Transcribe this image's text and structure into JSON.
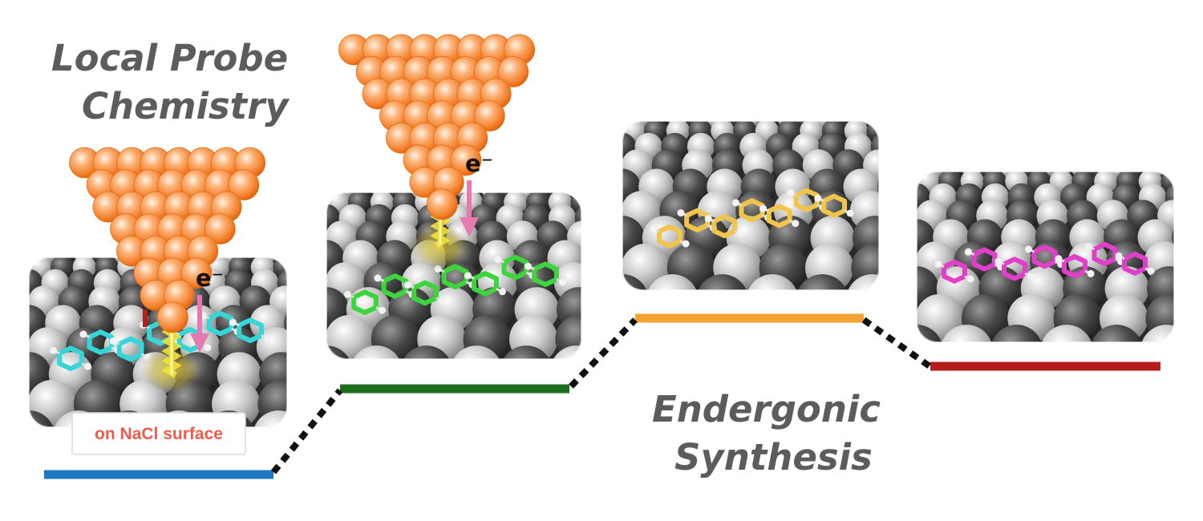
{
  "title": {
    "line1": "Local Probe",
    "line2": "Chemistry"
  },
  "subtitle": {
    "line1": "Endergonic",
    "line2": "Synthesis"
  },
  "surface_label": "on NaCl surface",
  "electron_label": "e⁻",
  "colors": {
    "heading_text": "#5c5c5c",
    "surface_label_text": "#f05a4a",
    "tip_atom": "#f48a3c",
    "arrow": "#e67ab0",
    "current": "#f2e13a",
    "connector": "#111111",
    "surface_dark": "#4a4a4a",
    "surface_light": "#d8d8d8"
  },
  "energy_levels": [
    {
      "name": "state-1",
      "color": "#1e78c2",
      "relative_energy": 0
    },
    {
      "name": "state-2",
      "color": "#1c6e1c",
      "relative_energy": 1
    },
    {
      "name": "state-3",
      "color": "#f5a330",
      "relative_energy": 2
    },
    {
      "name": "state-4",
      "color": "#b31e1a",
      "relative_energy": 1.3
    }
  ],
  "molecules": [
    {
      "name": "cyan-molecule",
      "color": "#35d6d8"
    },
    {
      "name": "green-molecule",
      "color": "#3ed43e"
    },
    {
      "name": "yellow-molecule",
      "color": "#f0c54a"
    },
    {
      "name": "magenta-molecule",
      "color": "#e040c8"
    }
  ]
}
